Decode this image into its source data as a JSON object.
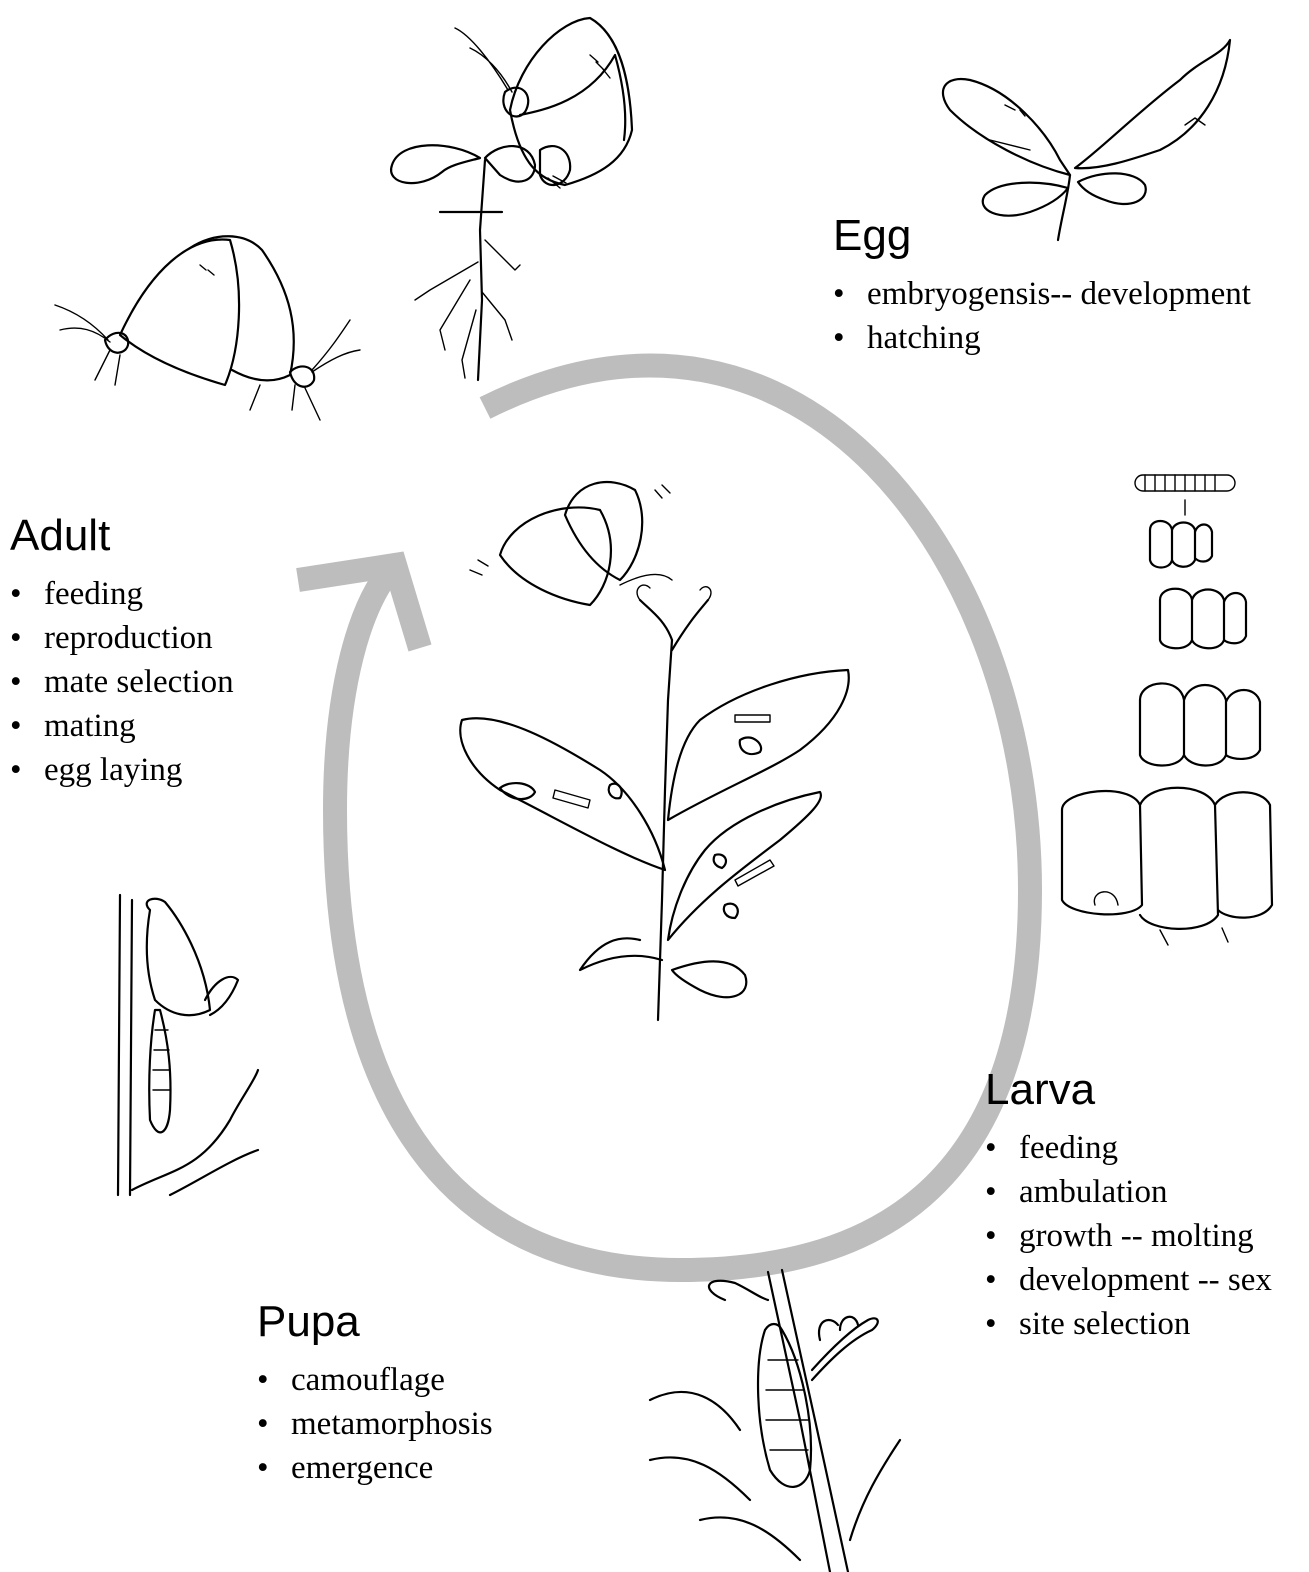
{
  "stages": {
    "egg": {
      "title": "Egg",
      "items": [
        "embryogensis-- development",
        "hatching"
      ]
    },
    "adult": {
      "title": "Adult",
      "items": [
        "feeding",
        "reproduction",
        "mate selection",
        "mating",
        "egg laying"
      ]
    },
    "larva": {
      "title": "Larva",
      "items": [
        "feeding",
        "ambulation",
        "growth -- molting",
        "development -- sex",
        "site selection"
      ]
    },
    "pupa": {
      "title": "Pupa",
      "items": [
        "camouflage",
        "metamorphosis",
        "emergence"
      ]
    }
  },
  "colors": {
    "cycle_arrow": "#bdbdbd",
    "ink": "#000000",
    "background": "#ffffff"
  },
  "illustrations": [
    "butterfly-on-seedling-drawing",
    "egg-leaves-drawing",
    "mating-butterflies-drawing",
    "larva-instars-drawing",
    "central-plant-drawing",
    "hanging-pupa-drawing",
    "pupa-on-stem-drawing"
  ]
}
